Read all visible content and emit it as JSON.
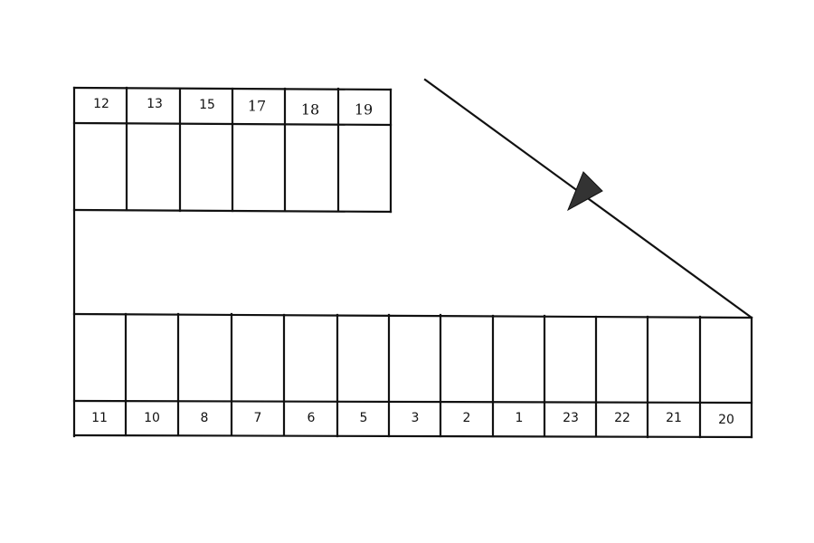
{
  "diagram": {
    "top_row_labels": [
      "12",
      "13",
      "15",
      "17",
      "18",
      "19"
    ],
    "bottom_row_labels": [
      "11",
      "10",
      "8",
      "7",
      "6",
      "5",
      "3",
      "2",
      "1",
      "23",
      "22",
      "21",
      "20"
    ],
    "direction_arrow": "arrow-head-icon"
  }
}
